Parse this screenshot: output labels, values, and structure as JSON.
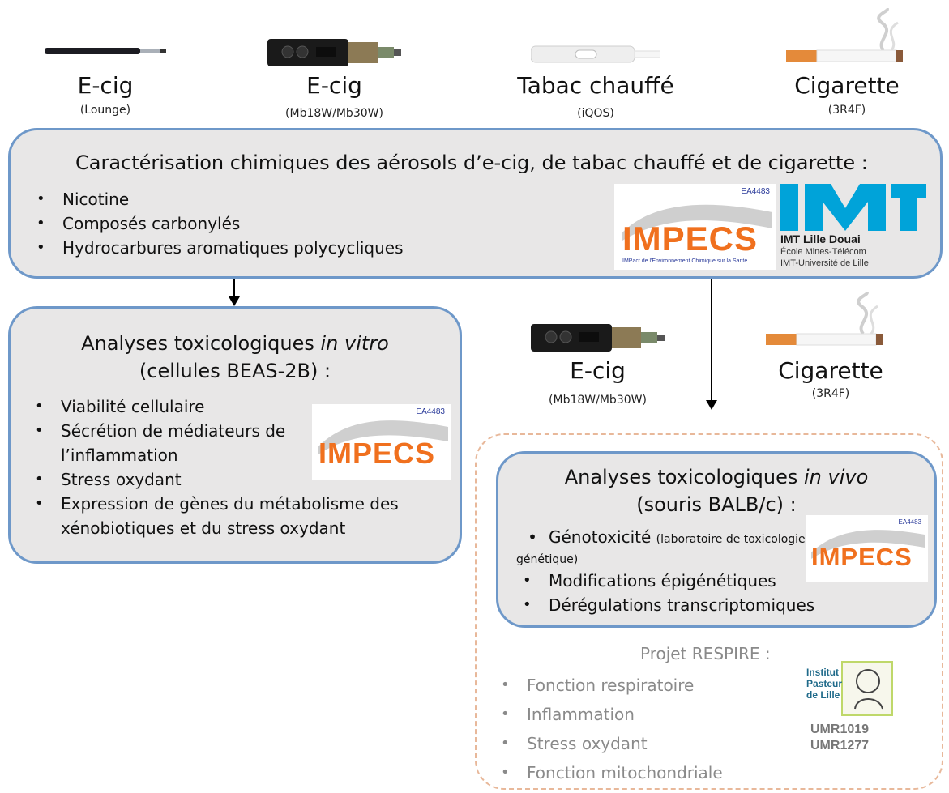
{
  "devices": [
    {
      "name": "E-cig",
      "detail": "(Lounge)"
    },
    {
      "name": "E-cig",
      "detail": "(Mb18W/Mb30W)"
    },
    {
      "name": "Tabac chauffé",
      "detail": "(iQOS)"
    },
    {
      "name": "Cigarette",
      "detail": "(3R4F)"
    }
  ],
  "chem_box": {
    "title": "Caractérisation chimiques des aérosols d’e-cig, de tabac chauffé et de cigarette :",
    "items": [
      "Nicotine",
      "Composés carbonylés",
      "Hydrocarbures aromatiques polycycliques"
    ]
  },
  "logos": {
    "impecs_word": "IMPECS",
    "impecs_code": "EA4483",
    "impecs_tagline": "IMPact de l'Environnement Chimique sur la Santé",
    "imt_name": "IMT Lille Douai",
    "imt_line2": "École Mines-Télécom",
    "imt_line3": "IMT-Université de Lille",
    "pasteur_line1": "Institut",
    "pasteur_line2": "Pasteur",
    "pasteur_line3": "de Lille",
    "umr1": "UMR1019",
    "umr2": "UMR1277"
  },
  "vitro_box": {
    "title_a": "Analyses toxicologiques ",
    "title_em": "in vitro",
    "title_b": "(cellules BEAS-2B) :",
    "items": [
      "Viabilité cellulaire",
      "Sécrétion de médiateurs de l’inflammation",
      "Stress oxydant",
      "Expression de gènes du métabolisme des xénobiotiques et du stress oxydant"
    ]
  },
  "mid_devices": [
    {
      "name": "E-cig",
      "detail": "(Mb18W/Mb30W)"
    },
    {
      "name": "Cigarette",
      "detail": "(3R4F)"
    }
  ],
  "vivo_box": {
    "title_a": "Analyses toxicologiques ",
    "title_em": "in vivo",
    "title_b": "(souris BALB/c) :",
    "item1": "Génotoxicité",
    "item1_note": "(laboratoire de toxicologie génétique)",
    "items": [
      "Modifications épigénétiques",
      "Dérégulations transcriptomiques"
    ]
  },
  "respire": {
    "title": "Projet RESPIRE :",
    "items": [
      "Fonction respiratoire",
      "Inflammation",
      "Stress oxydant",
      "Fonction mitochondriale"
    ]
  },
  "colors": {
    "box_fill": "#e8e7e7",
    "box_border": "#6e98c9",
    "dashed_border": "#e8b89a",
    "impecs_blue": "#2a3a9a",
    "impecs_orange": "#f0701e",
    "imt_blue": "#00a3d9",
    "grey_text": "#8a8a8a"
  }
}
